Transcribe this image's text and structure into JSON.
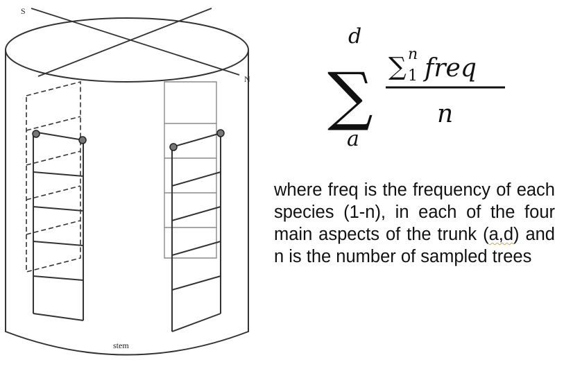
{
  "diagram": {
    "compass": {
      "south": "S",
      "north": "N"
    },
    "stem_label": "stem"
  },
  "formula": {
    "sum_symbol": "∑",
    "upper_limit": "d",
    "lower_limit": "a",
    "numerator_sum_symbol": "∑",
    "numerator_sum_upper": "n",
    "numerator_sum_lower": "1",
    "numerator_term": "freq",
    "denominator": "n"
  },
  "explanation": {
    "text_before_highlight": "where freq is the frequency of each species (1-n), in each of the four main aspects of the trunk (",
    "highlight": "a,d",
    "text_after_highlight": ") and n is the number of sampled trees"
  }
}
